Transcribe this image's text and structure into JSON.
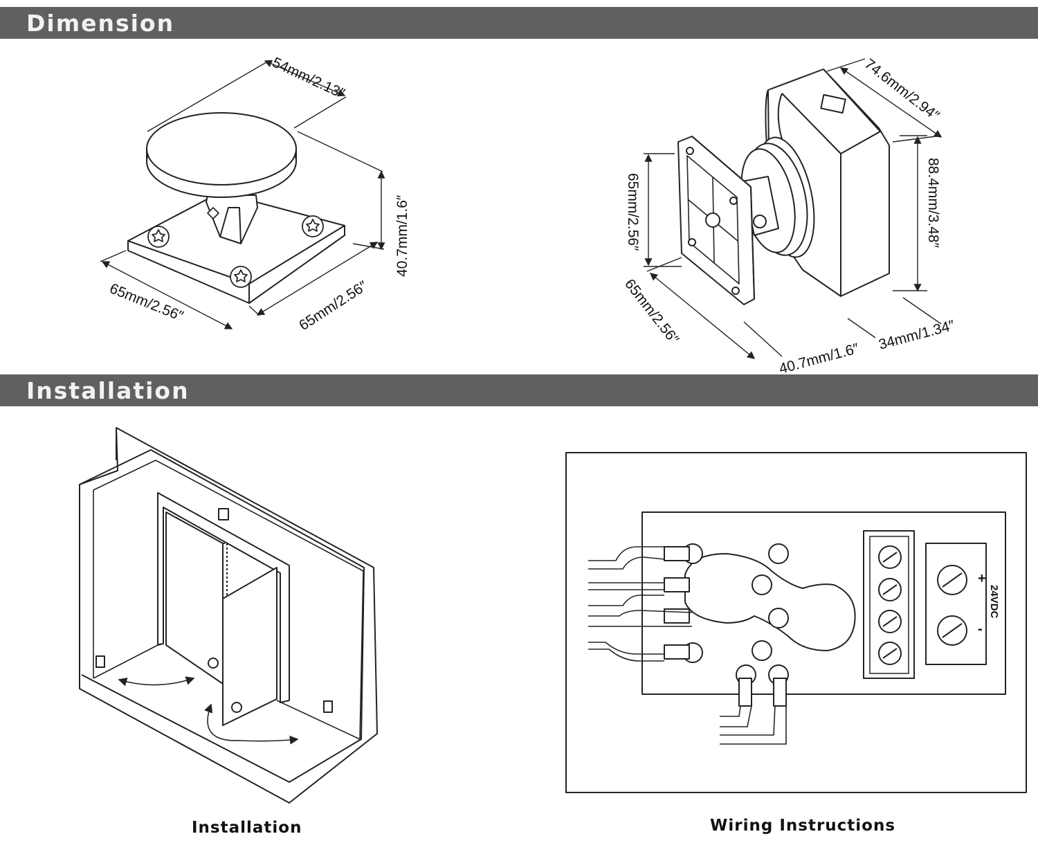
{
  "sections": {
    "dimension": "Dimension",
    "installation": "Installation"
  },
  "armature_dims": {
    "top": "54mm/2.13″",
    "height": "40.7mm/1.6″",
    "base_left": "65mm/2.56″",
    "base_right": "65mm/2.56″"
  },
  "magnet_dims": {
    "top": "74.6mm/2.94″",
    "height": "88.4mm/3.48″",
    "plate_height": "65mm/2.56″",
    "plate_depth": "65mm/2.56″",
    "depth": "40.7mm/1.6″",
    "width": "34mm/1.34″"
  },
  "wiring_label": "24VDC",
  "wiring_plus": "+",
  "wiring_minus": "-",
  "captions": {
    "installation": "Installation",
    "wiring": "Wiring Instructions"
  }
}
